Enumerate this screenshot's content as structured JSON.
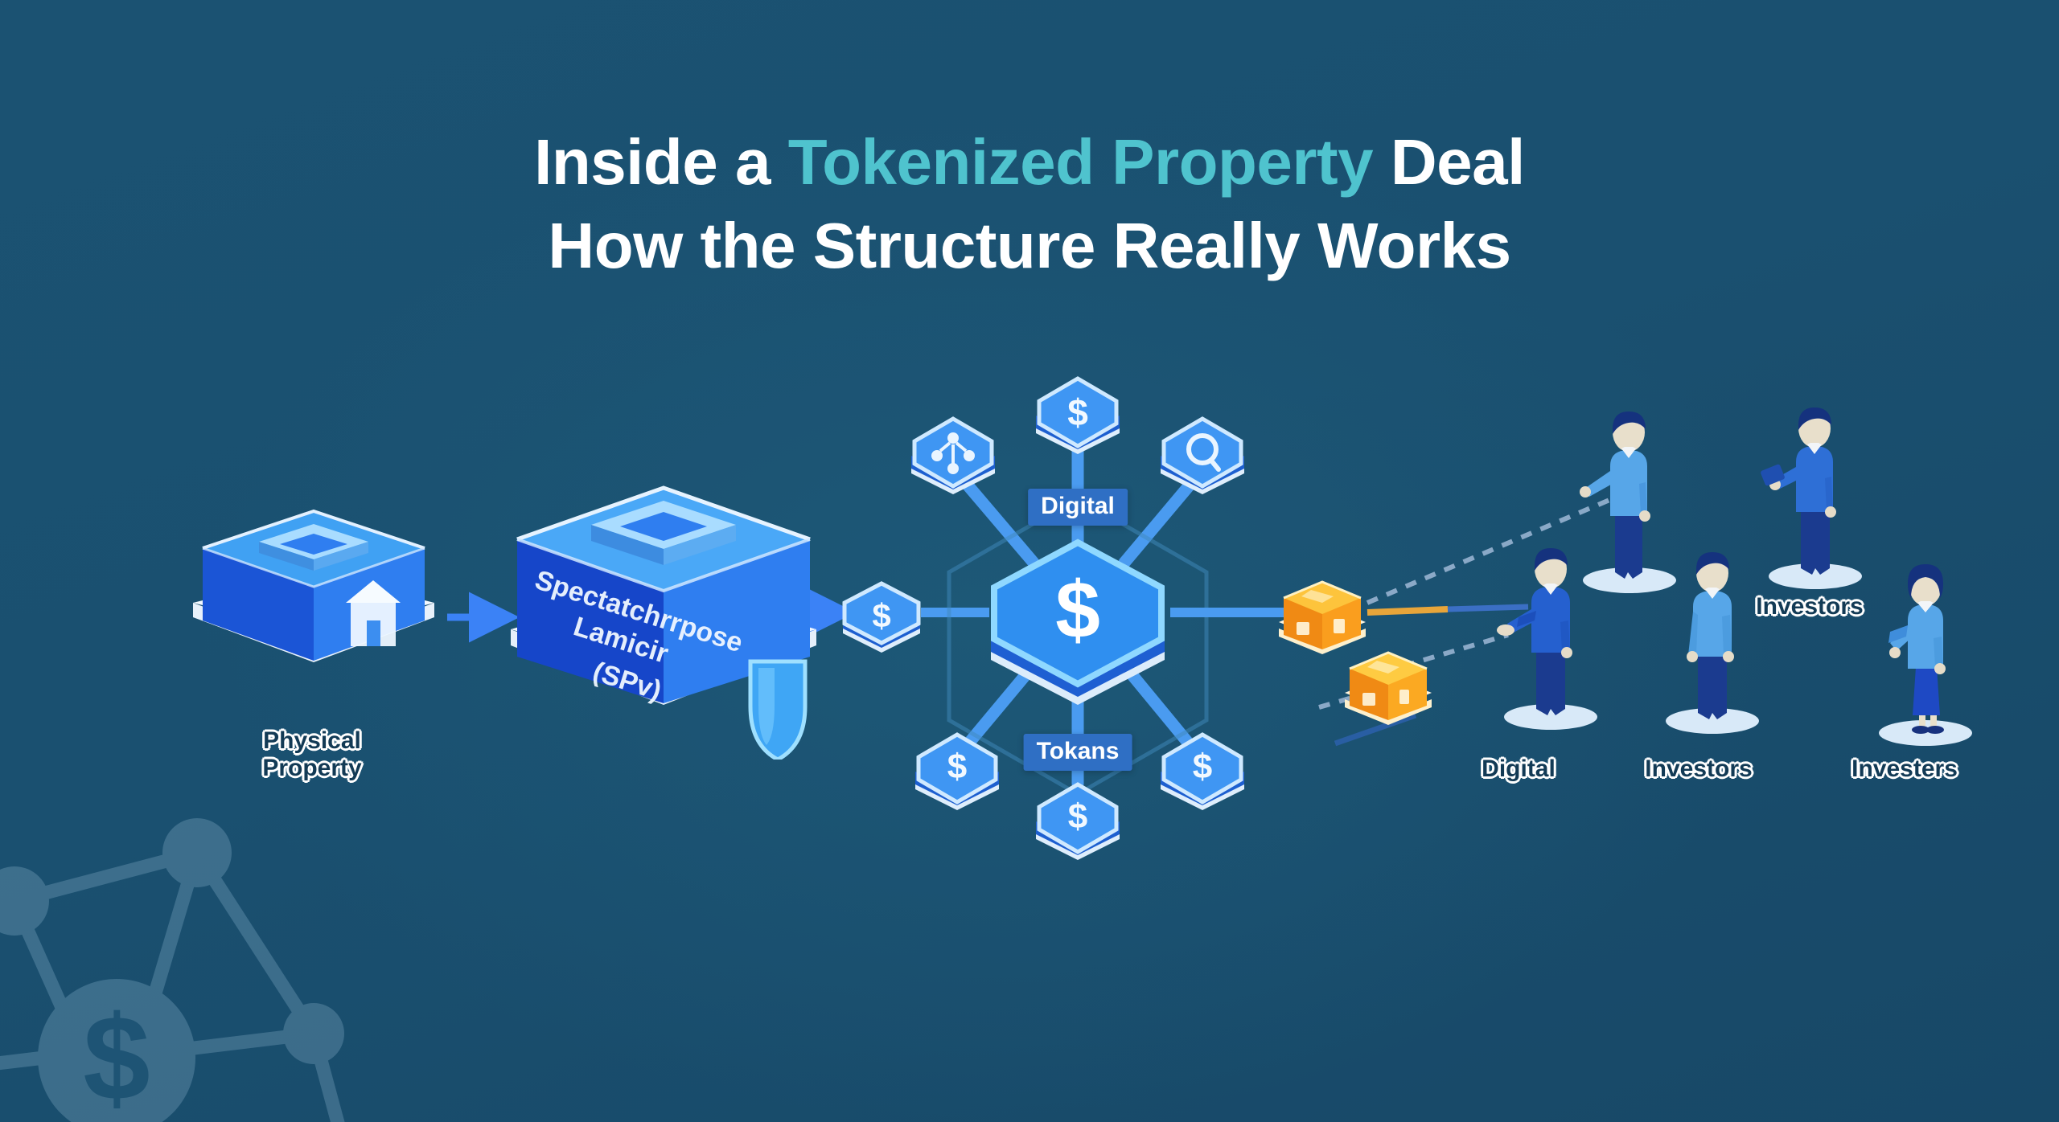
{
  "background": {
    "base_color": "#1a5070",
    "accent_color": "#4FC3CE",
    "node_blue": "#3b82f6",
    "token_blue": "#2f8ff0",
    "orange": "#f59c1a"
  },
  "title": {
    "line1_pre": "Inside a ",
    "line1_accent": "Tokenized Property",
    "line1_post": " Deal",
    "line2": "How the Structure Really Works"
  },
  "nodes": {
    "physical_property": {
      "label": "Physical\nProperty",
      "icon": "house-icon"
    },
    "spv": {
      "label_line1": "Spectatchrrpose",
      "label_line2": "Lamicir",
      "label_line3": "(SPv)",
      "shield_icon": "shield-icon"
    },
    "bridge_token": {
      "icon": "dollar-hex-icon"
    },
    "hub": {
      "label": "Tokans",
      "icon": "dollar-icon"
    },
    "digital_label_top": "Digital"
  },
  "satellites": [
    {
      "name": "share-network-token",
      "icon": "share-network-icon",
      "position": "top-left"
    },
    {
      "name": "dollar-token-top",
      "icon": "dollar-icon",
      "position": "top-center"
    },
    {
      "name": "search-token",
      "icon": "magnifier-icon",
      "position": "top-right"
    },
    {
      "name": "dollar-token-bottom-left",
      "icon": "dollar-icon",
      "position": "bottom-left"
    },
    {
      "name": "dollar-token-bottom-center",
      "icon": "dollar-icon",
      "position": "bottom-center"
    },
    {
      "name": "dollar-token-bottom-right",
      "icon": "dollar-icon",
      "position": "bottom-right"
    }
  ],
  "smart_contracts": [
    {
      "name": "smart-contract-cube-upper",
      "icon": "contract-cube-icon",
      "color": "#f59c1a"
    },
    {
      "name": "smart-contract-cube-lower",
      "icon": "contract-cube-icon",
      "color": "#f8ad2c"
    }
  ],
  "investors": [
    {
      "name": "investor-figure-top-left",
      "label": "",
      "gender": "male",
      "pose": "pointing"
    },
    {
      "name": "investor-figure-top-right",
      "label": "Investors",
      "gender": "male",
      "pose": "tablet"
    },
    {
      "name": "investor-figure-mid-left",
      "label": "Digital",
      "gender": "male",
      "pose": "presenting"
    },
    {
      "name": "investor-figure-mid-center",
      "label": "Investors",
      "gender": "male",
      "pose": "standing"
    },
    {
      "name": "investor-figure-mid-right",
      "label": "Investers",
      "gender": "female",
      "pose": "holding-folder"
    }
  ],
  "watermark": {
    "name": "network-dollar-watermark",
    "icon": "network-dollar-icon"
  }
}
